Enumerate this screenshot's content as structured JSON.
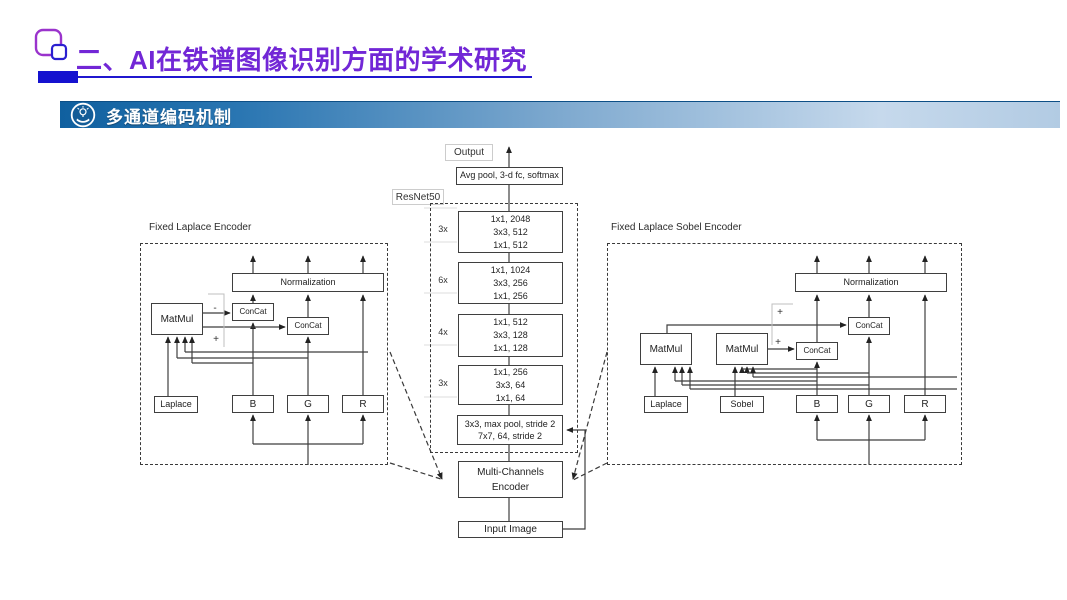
{
  "header": {
    "title": "二、AI在铁谱图像识别方面的学术研究"
  },
  "banner": {
    "label": "多通道编码机制"
  },
  "colors": {
    "title_purple": "#7227d6",
    "underline_blue": "#1512cf",
    "banner_dark_blue": "#10609f",
    "banner_light_blue": "#c6d9ec",
    "diagram_line": "#3f3f3f"
  },
  "diagram": {
    "output_label": "Output",
    "avgpool_label": "Avg pool, 3-d fc, softmax",
    "resnet_label": "ResNet50",
    "blocks": [
      {
        "multiplier": "3x",
        "lines": [
          "1x1, 2048",
          "3x3, 512",
          "1x1, 512"
        ]
      },
      {
        "multiplier": "6x",
        "lines": [
          "1x1, 1024",
          "3x3, 256",
          "1x1, 256"
        ]
      },
      {
        "multiplier": "4x",
        "lines": [
          "1x1, 512",
          "3x3, 128",
          "1x1, 128"
        ]
      },
      {
        "multiplier": "3x",
        "lines": [
          "1x1, 256",
          "3x3, 64",
          "1x1, 64"
        ]
      }
    ],
    "stem": {
      "lines": [
        "3x3, max pool, stride 2",
        "7x7, 64, stride 2"
      ]
    },
    "encoder_box": {
      "lines": [
        "Multi-Channels",
        "Encoder"
      ]
    },
    "input_label": "Input Image",
    "left_encoder": {
      "title": "Fixed Laplace Encoder",
      "normalization": "Normalization",
      "matmul": "MatMul",
      "concat1": "ConCat",
      "concat2": "ConCat",
      "minus": "-",
      "plus": "+",
      "channels": [
        "Laplace",
        "B",
        "G",
        "R"
      ]
    },
    "right_encoder": {
      "title": "Fixed Laplace Sobel Encoder",
      "normalization": "Normalization",
      "matmul1": "MatMul",
      "matmul2": "MatMul",
      "concat_upper": "ConCat",
      "concat_lower": "ConCat",
      "plus_upper": "+",
      "plus_lower": "+",
      "channels": [
        "Laplace",
        "Sobel",
        "B",
        "G",
        "R"
      ]
    }
  }
}
